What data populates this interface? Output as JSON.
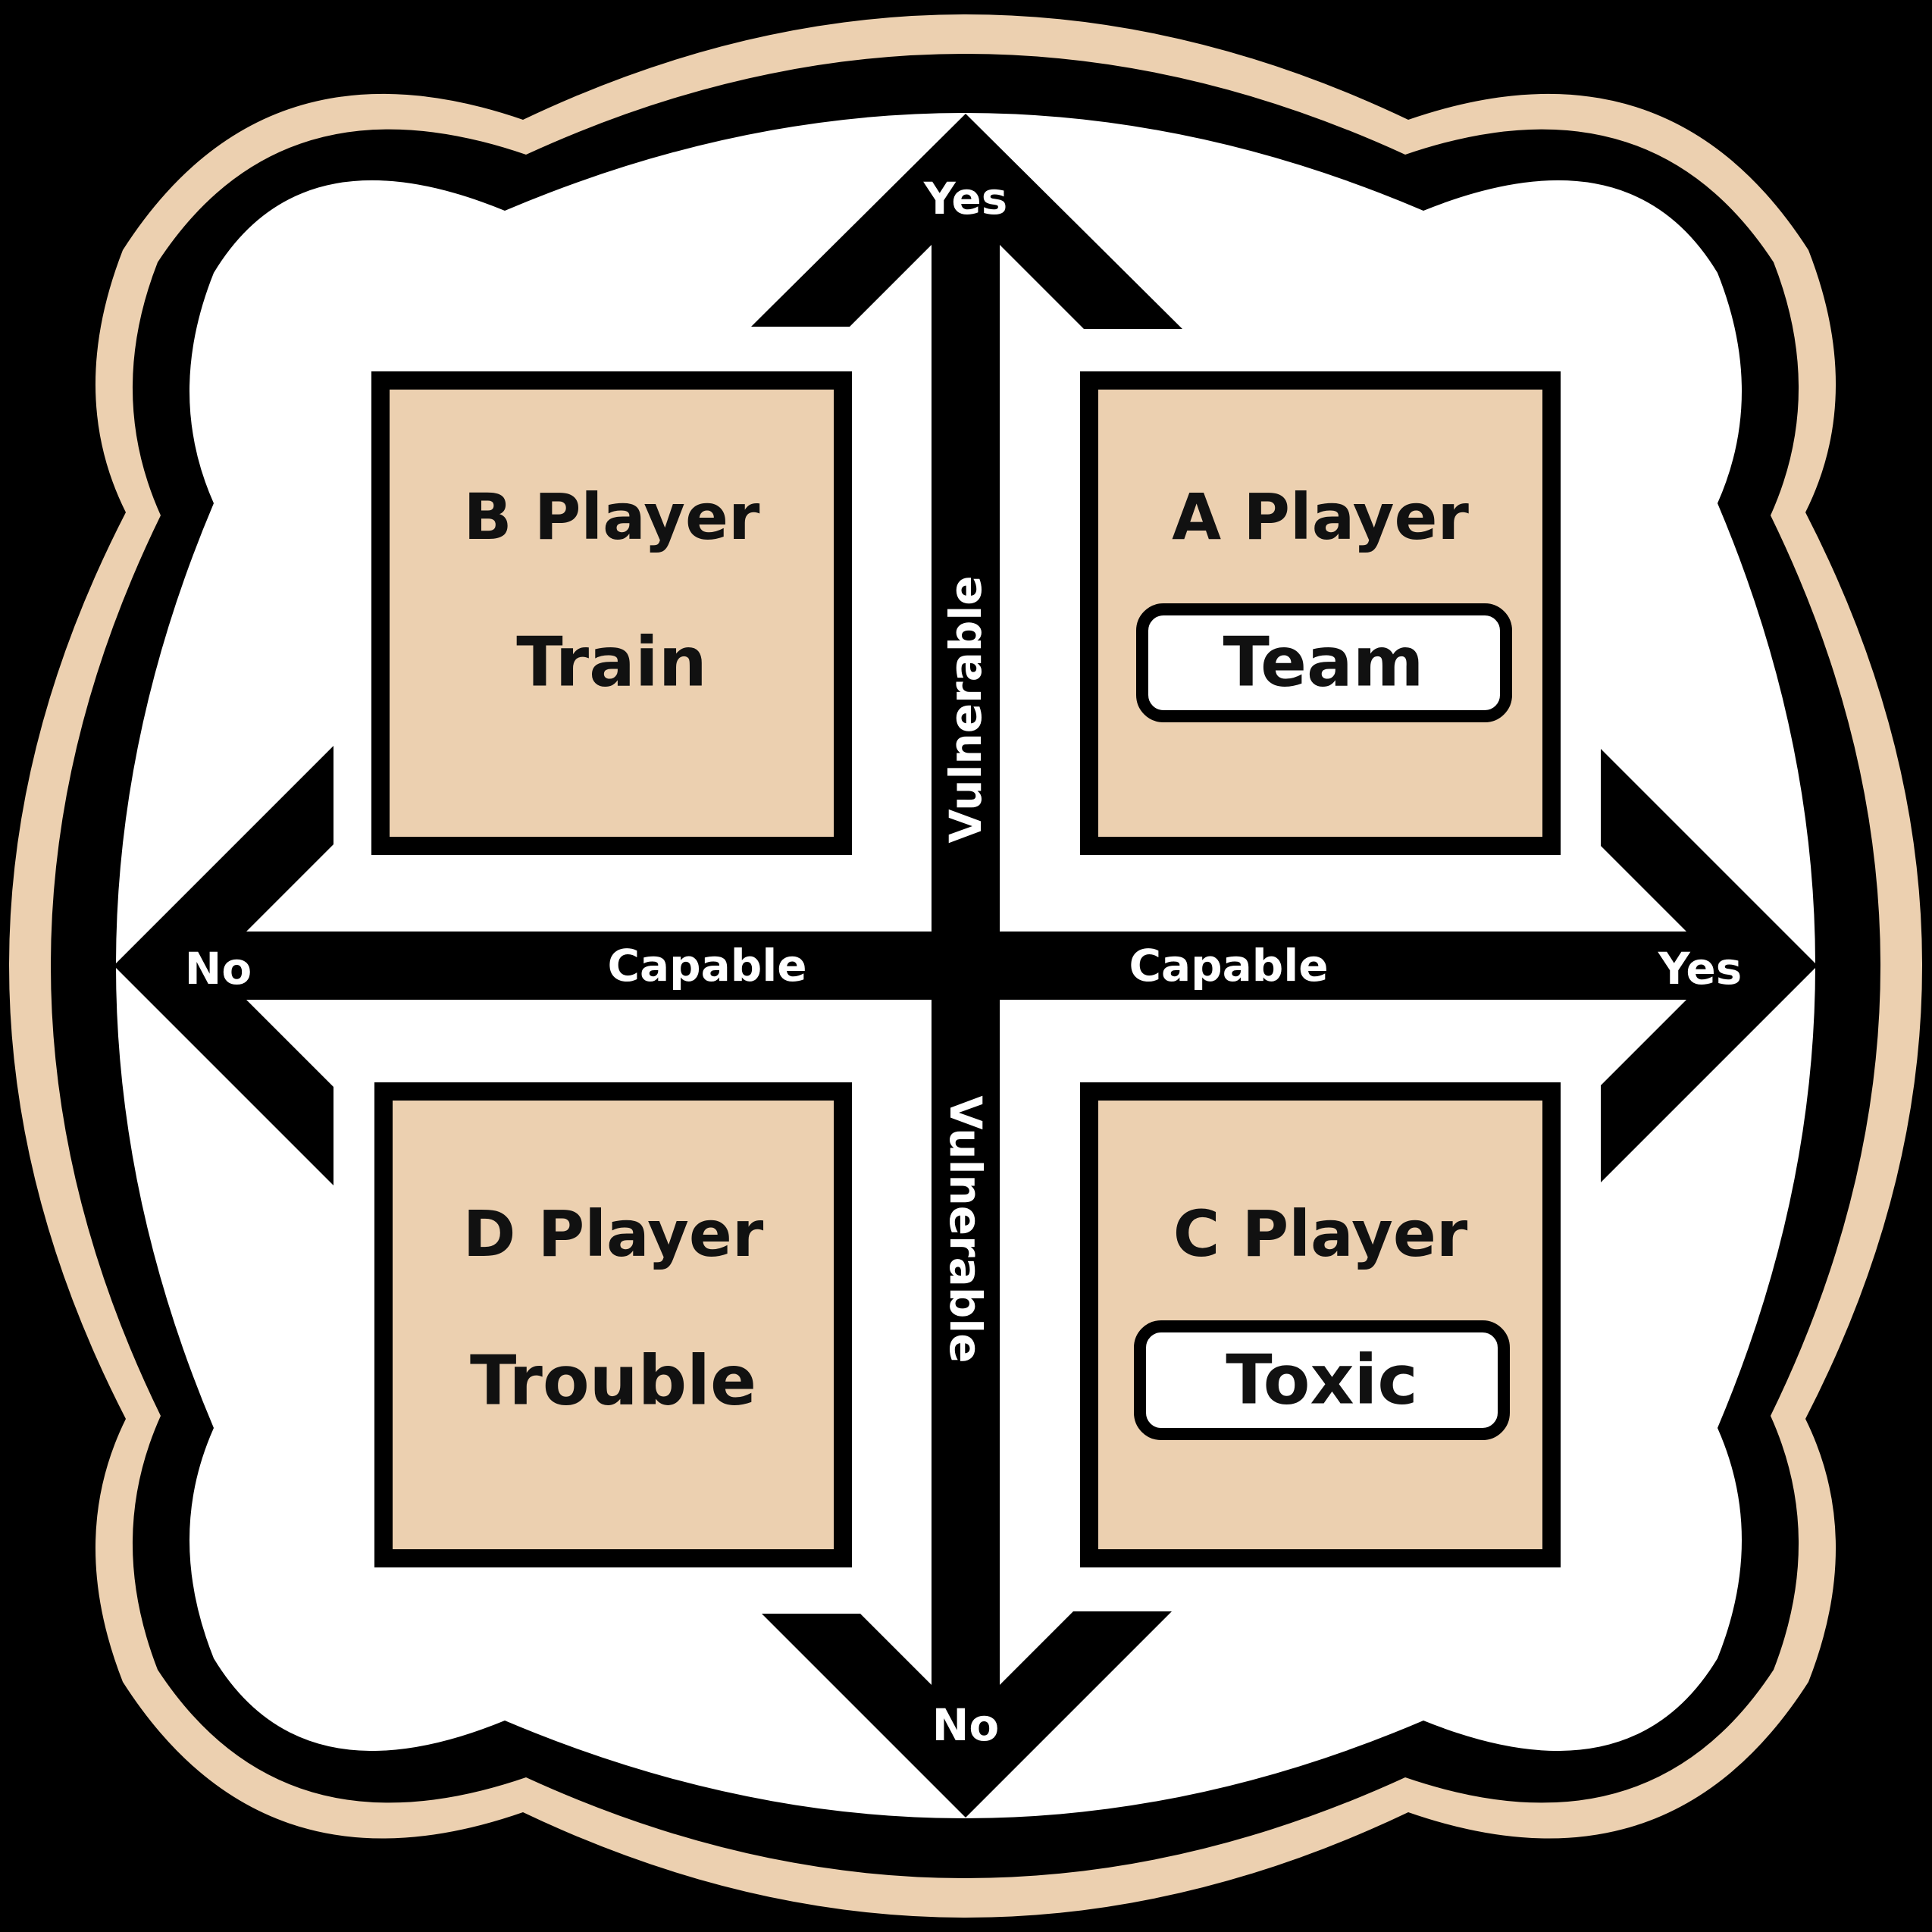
{
  "colors": {
    "background": "#000000",
    "accent": "#ecd0b0",
    "panel": "#ffffff",
    "ink": "#000000",
    "axis_text": "#ffffff"
  },
  "axes": {
    "vertical": {
      "label": "Vulnerable",
      "top_end": "Yes",
      "bottom_end": "No"
    },
    "horizontal": {
      "label": "Capable",
      "left_end": "No",
      "right_end": "Yes"
    }
  },
  "quadrants": {
    "top_left": {
      "title": "B Player",
      "subtitle": "Train",
      "highlighted": false
    },
    "top_right": {
      "title": "A Player",
      "subtitle": "Team",
      "highlighted": true
    },
    "bottom_left": {
      "title": "D Player",
      "subtitle": "Trouble",
      "highlighted": false
    },
    "bottom_right": {
      "title": "C Player",
      "subtitle": "Toxic",
      "highlighted": true
    }
  }
}
